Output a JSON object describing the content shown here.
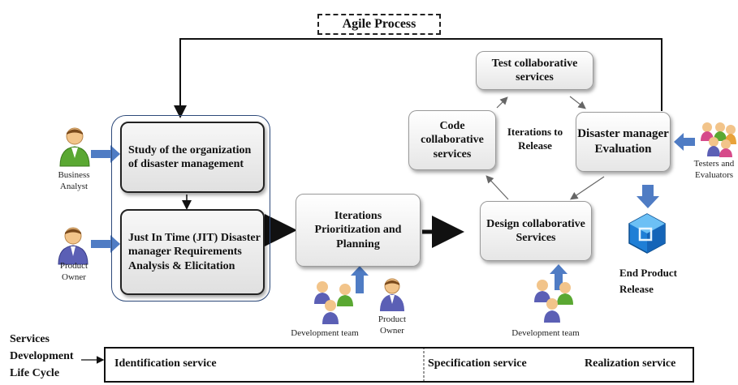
{
  "agile_process_label": "Agile Process",
  "boxes": {
    "study": "Study of the organization of disaster management",
    "jit": "Just In Time (JIT) Disaster manager Requirements Analysis & Elicitation",
    "iterations": "Iterations Prioritization and Planning",
    "test": "Test collaborative services",
    "code": "Code collaborative services",
    "evaluation": "Disaster manager Evaluation",
    "design": "Design collaborative Services"
  },
  "cycle_center_label": "Iterations to Release",
  "actors": {
    "business_analyst": "Business Analyst",
    "product_owner_left": "Product Owner",
    "dev_team_1": "Development team",
    "product_owner_mid": "Product Owner",
    "dev_team_2": "Development team",
    "testers": "Testers and Evaluators"
  },
  "end_product_label": "End Product Release",
  "lifecycle": {
    "label": "Services Development Life Cycle",
    "segments": [
      "Identification service",
      "Specification service",
      "Realization service"
    ]
  },
  "colors": {
    "arrow_blue": "#4f7cc4",
    "box_border": "#9a9a9a",
    "group_border": "#2e4a7a"
  }
}
